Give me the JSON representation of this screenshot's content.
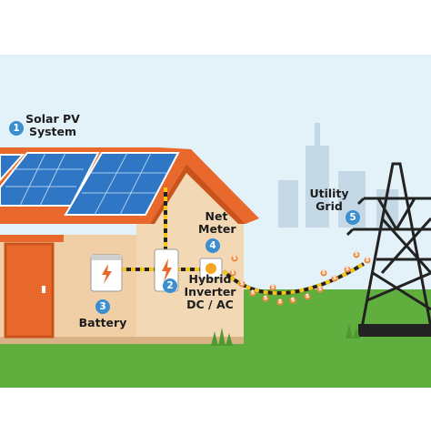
{
  "labels": {
    "solar_pv": {
      "number": "1",
      "line1": "Solar PV",
      "line2": "System"
    },
    "hybrid_inverter": {
      "number": "2",
      "line1": "Hybrid",
      "line2": "Inverter",
      "line3": "DC / AC"
    },
    "battery": {
      "number": "3",
      "text": "Battery"
    },
    "net_meter": {
      "number": "4",
      "line1": "Net",
      "line2": "Meter"
    },
    "utility_grid": {
      "number": "5",
      "line1": "Utility",
      "line2": "Grid"
    }
  },
  "flow_symbol": "$",
  "colors": {
    "sky": "#e3f1f8",
    "grass": "#5fae3e",
    "roof": "#e8692b",
    "wall": "#f3d8b6",
    "door": "#e8692b",
    "panel": "#2f77c4",
    "badge": "#3b8fd1",
    "coin": "#f08a3c",
    "city": "#c4d8e6",
    "tower": "#222222"
  }
}
